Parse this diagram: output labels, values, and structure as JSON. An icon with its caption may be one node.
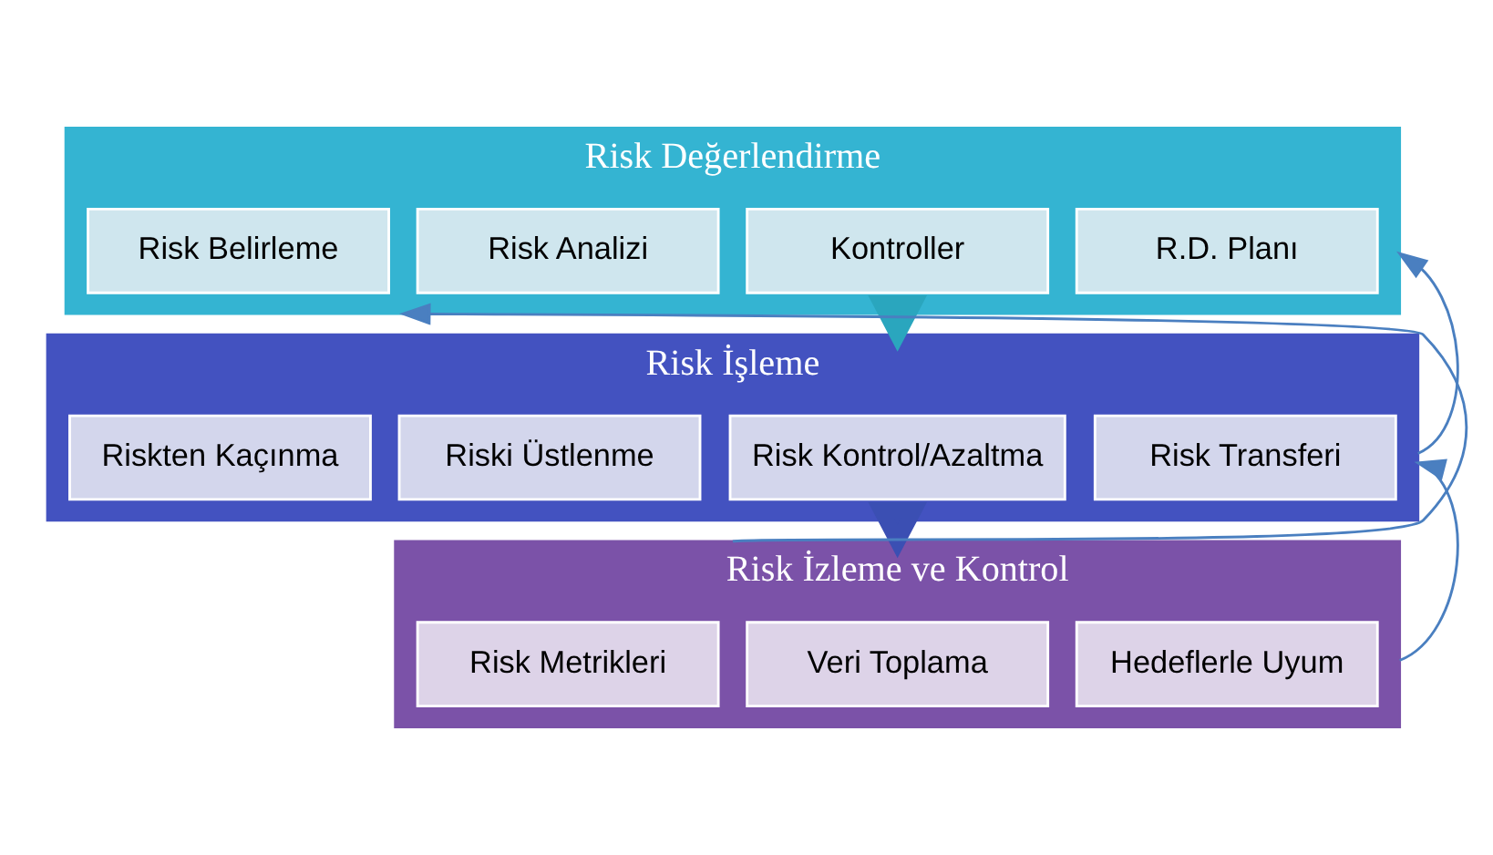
{
  "diagram": {
    "nodes": [
      {
        "text": [
          "Risk Değerlendirme"
        ]
      },
      {
        "text": [
          "Risk Belirleme"
        ],
        "in": 0
      },
      {
        "text": [
          "Risk Analizi"
        ],
        "in": 0
      },
      {
        "text": [
          "Kontroller"
        ],
        "in": 0
      },
      {
        "text": [
          "R.D. Planı"
        ],
        "in": 0
      },
      {
        "text": [
          "Risk İşleme"
        ]
      },
      {
        "text": [
          "Riskten Kaçınma"
        ],
        "in": 5
      },
      {
        "text": [
          "Riski Üstlenme"
        ],
        "in": 5
      },
      {
        "text": [
          "Risk Kontrol/Azaltma"
        ],
        "in": 5
      },
      {
        "text": [
          "Risk Transferi"
        ],
        "in": 5
      },
      {
        "text": [
          "Risk İzleme ve Kontrol"
        ]
      },
      {
        "text": [
          "Risk Metrikleri"
        ],
        "in": 10
      },
      {
        "text": [
          "Veri Toplama"
        ],
        "in": 10
      },
      {
        "text": [
          "Hedeflerle Uyum"
        ],
        "in": 10
      }
    ],
    "edges": [
      {
        "from": 0,
        "to": 5,
        "arrow": "to",
        "style": "thick",
        "color": "#2aa6be"
      },
      {
        "from": 5,
        "to": 10,
        "arrow": "to",
        "style": "thick",
        "color": "#3b4fb3"
      },
      {
        "from": 5,
        "to": 0,
        "arrow": "to"
      },
      {
        "from": 10,
        "to": 5,
        "arrow": "to"
      },
      {
        "from": 10,
        "to": 0,
        "arrow": "to"
      }
    ]
  }
}
